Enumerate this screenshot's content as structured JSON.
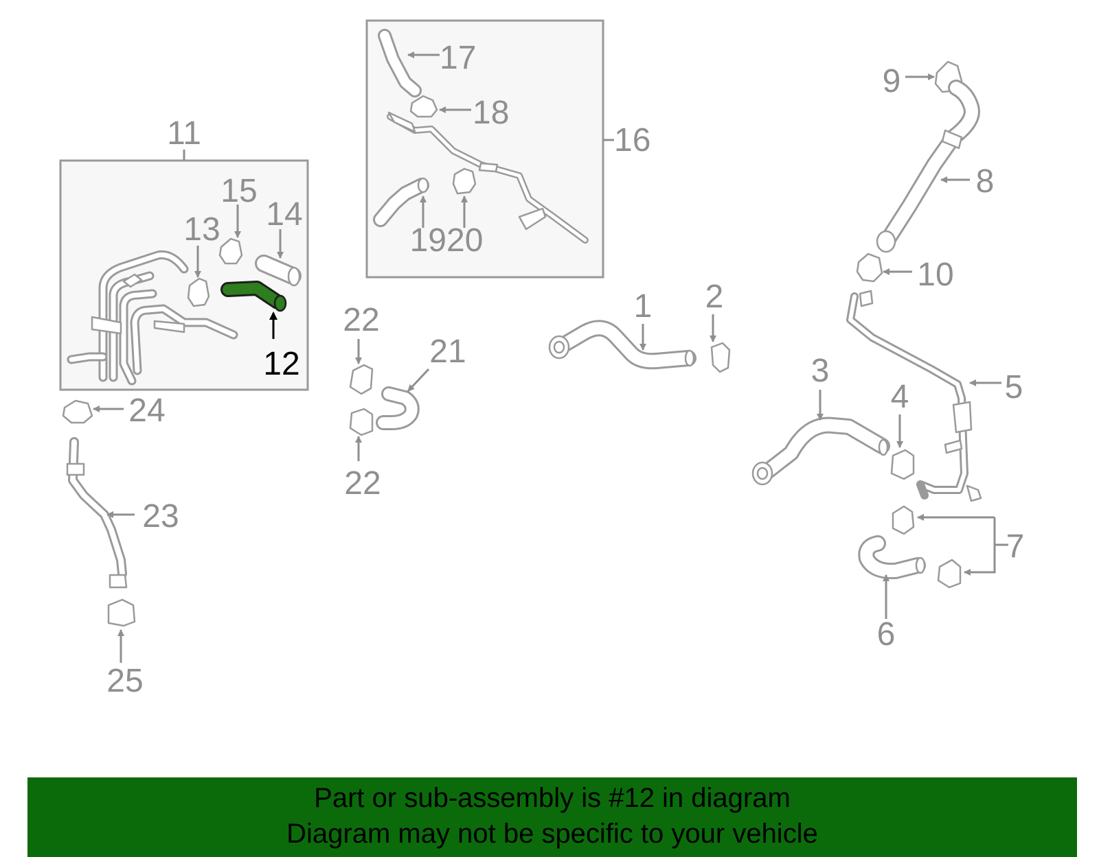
{
  "diagram": {
    "callouts": {
      "c1": "1",
      "c2": "2",
      "c3": "3",
      "c4": "4",
      "c5": "5",
      "c6": "6",
      "c7": "7",
      "c8": "8",
      "c9": "9",
      "c10": "10",
      "c11": "11",
      "c12": "12",
      "c13": "13",
      "c14": "14",
      "c15": "15",
      "c16": "16",
      "c17": "17",
      "c18": "18",
      "c19": "19",
      "c20": "20",
      "c21": "21",
      "c22a": "22",
      "c22b": "22",
      "c23": "23",
      "c24": "24",
      "c25": "25"
    },
    "highlighted_part": "12",
    "colors": {
      "highlight_fill": "#2e7d1e",
      "banner_background": "#0b6b0b",
      "line_gray": "#9a9a9a",
      "box_fill": "#f7f7f7"
    }
  },
  "banner": {
    "line1": "Part or sub-assembly is #12 in diagram",
    "line2": "Diagram may not be specific to your vehicle"
  }
}
